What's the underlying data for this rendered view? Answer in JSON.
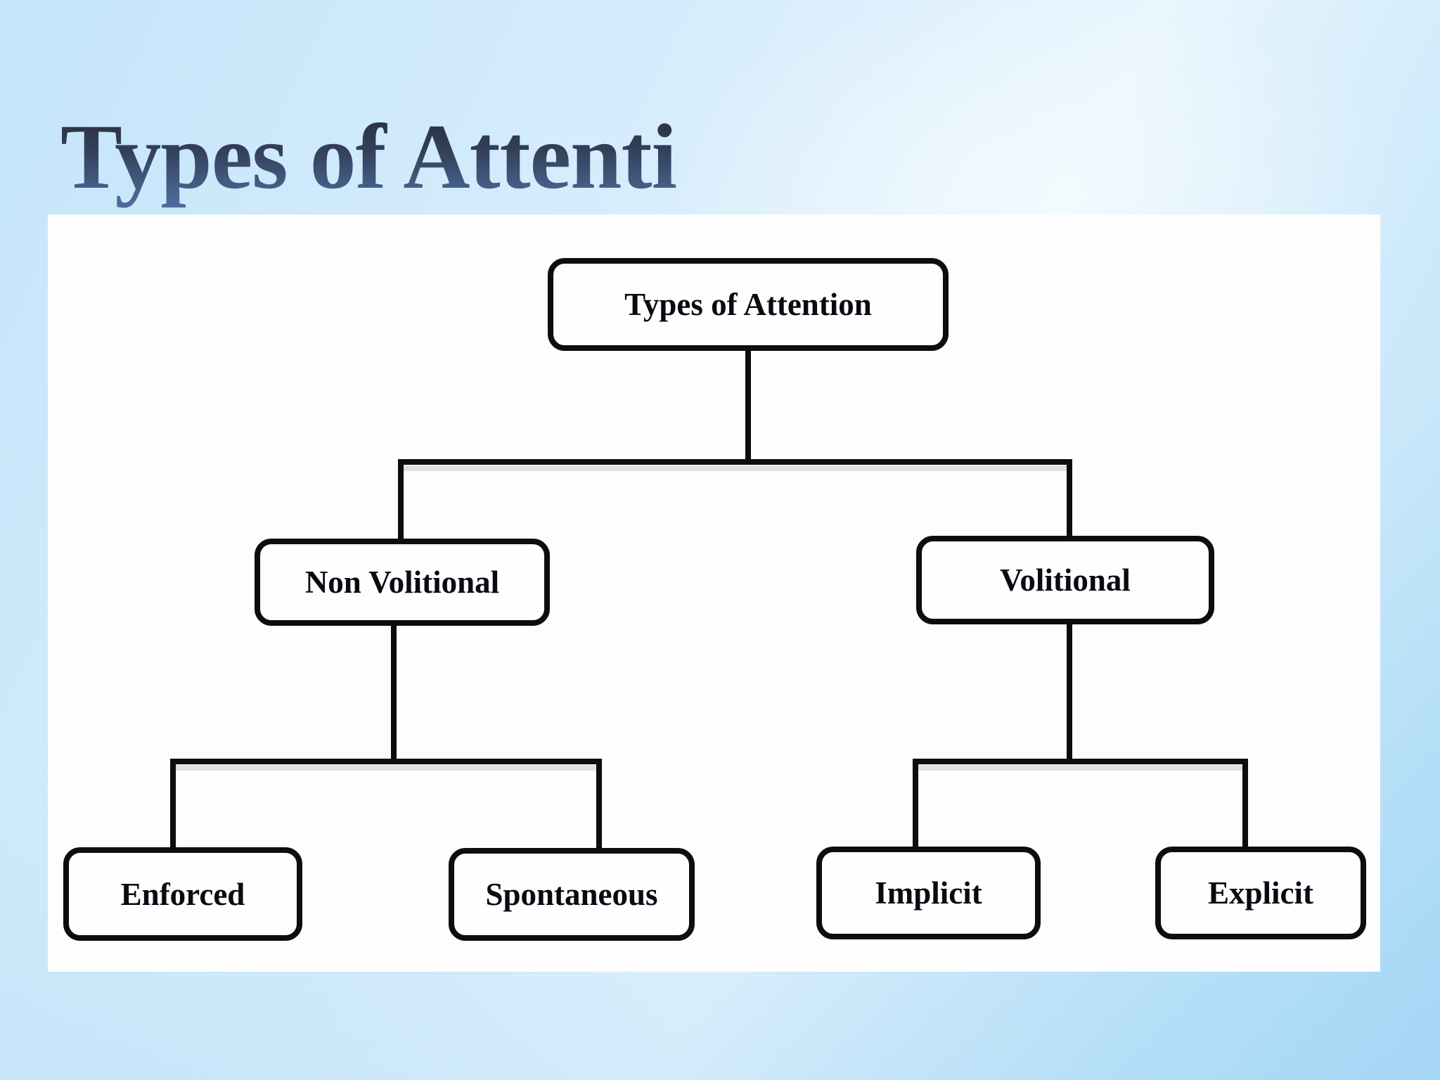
{
  "slide": {
    "title": "Types of Attenti"
  },
  "diagram": {
    "type": "tree",
    "nodes": {
      "root": "Types of Attention",
      "non_volitional": "Non Volitional",
      "volitional": "Volitional",
      "enforced": "Enforced",
      "spontaneous": "Spontaneous",
      "implicit": "Implicit",
      "explicit": "Explicit"
    },
    "edges": [
      [
        "Types of Attention",
        "Non Volitional"
      ],
      [
        "Types of Attention",
        "Volitional"
      ],
      [
        "Non Volitional",
        "Enforced"
      ],
      [
        "Non Volitional",
        "Spontaneous"
      ],
      [
        "Volitional",
        "Implicit"
      ],
      [
        "Volitional",
        "Explicit"
      ]
    ]
  },
  "colors": {
    "background_top_left": "#c4e5fa",
    "background_highlight": "#eaf6fe",
    "background_bottom": "#b5dff7",
    "panel": "#fdfdfe",
    "node_border": "#0d0d0d",
    "node_text": "#0a0a12",
    "title_gradient_top": "#26292f",
    "title_gradient_bottom": "#4d6b9a"
  }
}
